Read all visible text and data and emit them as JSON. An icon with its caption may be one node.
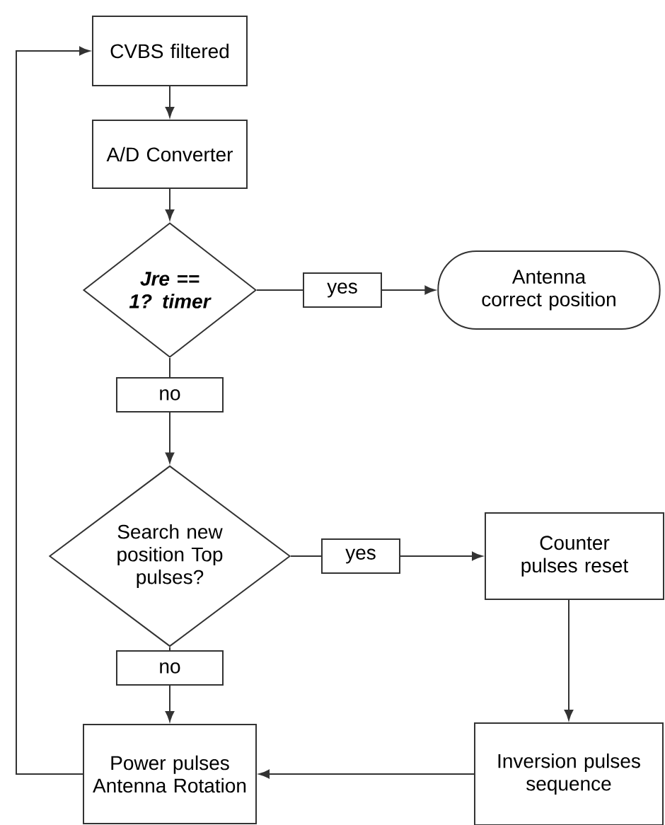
{
  "diagram": {
    "nodes": [
      {
        "text": [
          "CVBS filtered"
        ]
      },
      {
        "text": [
          "A/D Converter"
        ]
      },
      {
        "text": [
          "Jre == 1? timer"
        ]
      },
      {
        "text": [
          "Antenna correct position"
        ]
      },
      {
        "text": [
          "Search new position Top pulses?"
        ]
      },
      {
        "text": [
          "Counter pulses reset"
        ]
      },
      {
        "text": [
          "Power pulses Antenna Rotation"
        ]
      },
      {
        "text": [
          "Inversion pulses sequence"
        ]
      }
    ],
    "edges": [
      {
        "from": 0,
        "to": 1,
        "arrow": "to"
      },
      {
        "from": 1,
        "to": 2,
        "arrow": "to"
      },
      {
        "from": 2,
        "to": 3,
        "arrow": "to",
        "label": "yes"
      },
      {
        "from": 2,
        "to": 4,
        "arrow": "to",
        "label": "no"
      },
      {
        "from": 4,
        "to": 5,
        "arrow": "to",
        "label": "yes"
      },
      {
        "from": 4,
        "to": 6,
        "arrow": "to",
        "label": "no"
      },
      {
        "from": 5,
        "to": 7,
        "arrow": "to"
      },
      {
        "from": 7,
        "to": 6,
        "arrow": "to"
      },
      {
        "from": 6,
        "to": 0,
        "arrow": "to"
      }
    ]
  }
}
